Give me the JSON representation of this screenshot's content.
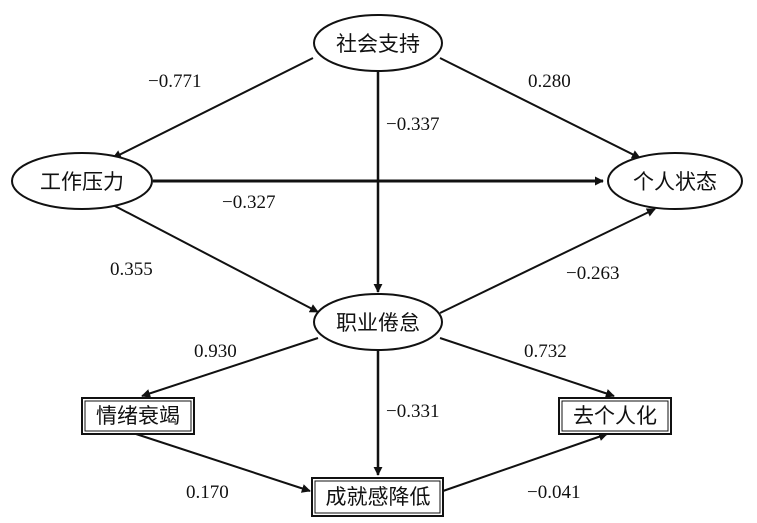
{
  "nodes": {
    "social_support": "社会支持",
    "work_stress": "工作压力",
    "personal_state": "个人状态",
    "burnout": "职业倦怠",
    "emotional_exhaustion": "情绪衰竭",
    "depersonalization": "去个人化",
    "reduced_accomplishment": "成就感降低"
  },
  "edges": {
    "support_to_stress": "−0.771",
    "support_to_state": "0.280",
    "support_to_burnout": "−0.337",
    "stress_to_state": "−0.327",
    "stress_to_burnout": "0.355",
    "burnout_to_state": "−0.263",
    "burnout_to_exhaustion": "0.930",
    "burnout_to_depersonalization": "0.732",
    "burnout_to_accomplishment": "−0.331",
    "exhaustion_to_accomplishment": "0.170",
    "accomplishment_to_depersonalization": "−0.041"
  }
}
